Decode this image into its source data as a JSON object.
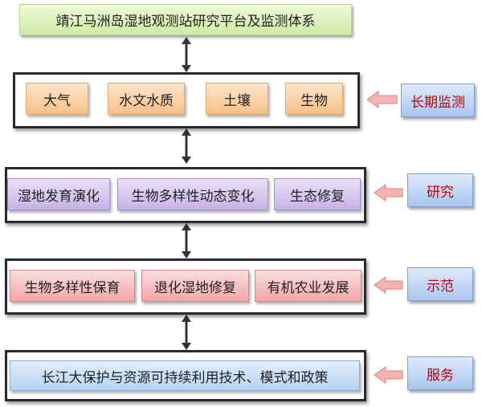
{
  "title": "靖江马洲岛湿地观测站研究平台及监测体系",
  "groups": [
    {
      "side_label": "长期监测",
      "items": [
        "大气",
        "水文水质",
        "土壤",
        "生物"
      ]
    },
    {
      "side_label": "研究",
      "items": [
        "湿地发育演化",
        "生物多样性动态变化",
        "生态修复"
      ]
    },
    {
      "side_label": "示范",
      "items": [
        "生物多样性保育",
        "退化湿地修复",
        "有机农业发展"
      ]
    },
    {
      "side_label": "服务",
      "items": [
        "长江大保护与资源可持续利用技术、模式和政策"
      ]
    }
  ],
  "colors": {
    "title_fill": "#cfeaa4",
    "monitor_chip": "#f8c084",
    "research_chip": "#c8b2e8",
    "demo_chip": "#f2a6a6",
    "service_chip": "#b3d3f1",
    "side_label_fill": "#a9c6f0",
    "side_label_text": "#c00000",
    "pointer_arrow": "#f4b4b4",
    "frame": "#2b2b2b"
  }
}
